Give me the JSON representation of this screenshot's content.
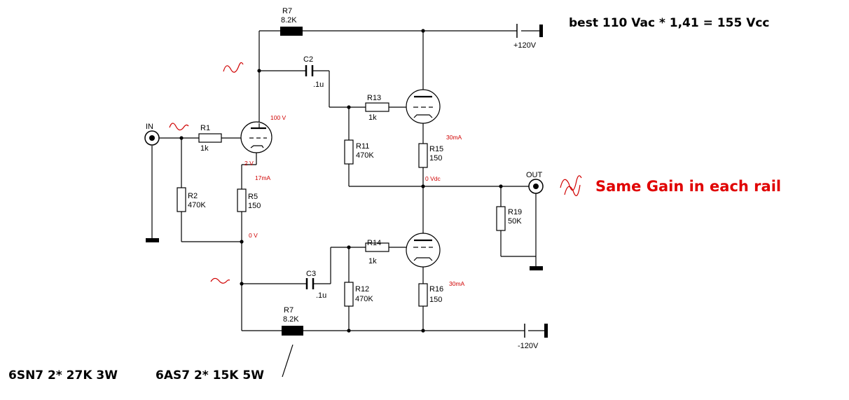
{
  "notes": {
    "supply_note": "best 110 Vac * 1,41 = 155 Vcc",
    "gain_note": "Same Gain in each rail",
    "note_6sn7": "6SN7 2* 27K 3W",
    "note_6as7": "6AS7 2* 15K 5W"
  },
  "components": {
    "r7_top": {
      "name": "R7",
      "value": "8.2K"
    },
    "r7_bottom": {
      "name": "R7",
      "value": "8.2K"
    },
    "c2": {
      "name": "C2",
      "value": ".1u"
    },
    "c3": {
      "name": "C3",
      "value": ".1u"
    },
    "r13": {
      "name": "R13",
      "value": "1k"
    },
    "r14": {
      "name": "R14",
      "value": "1k"
    },
    "r1": {
      "name": "R1",
      "value": "1k"
    },
    "r2": {
      "name": "R2",
      "value": "470K"
    },
    "r5": {
      "name": "R5",
      "value": "150"
    },
    "r11": {
      "name": "R11",
      "value": "470K"
    },
    "r12": {
      "name": "R12",
      "value": "470K"
    },
    "r15": {
      "name": "R15",
      "value": "150"
    },
    "r16": {
      "name": "R16",
      "value": "150"
    },
    "r19": {
      "name": "R19",
      "value": "50K"
    }
  },
  "supplies": {
    "positive": "+120V",
    "negative": "-120V"
  },
  "ports": {
    "input": "IN",
    "output": "OUT"
  },
  "readings": {
    "v_plate": "100 V",
    "v_cathode": "2 V",
    "i_cathode": "17mA",
    "v_ground": "0 V",
    "i_top": "30mA",
    "i_bottom": "30mA",
    "v_out": "0 Vdc"
  }
}
